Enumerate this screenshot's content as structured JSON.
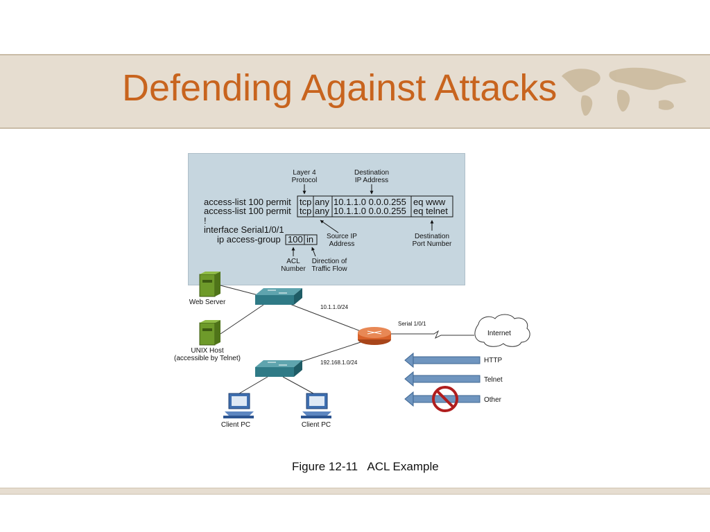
{
  "slide": {
    "title": "Defending Against Attacks"
  },
  "caption": {
    "figure_number": "Figure 12-11",
    "figure_title": "ACL Example"
  },
  "acl": {
    "lines": [
      {
        "prefix": "access-list 100 permit",
        "protocol": "tcp",
        "source": "any",
        "destination": "10.1.1.0 0.0.0.255",
        "port": "eq www"
      },
      {
        "prefix": "access-list 100 permit",
        "protocol": "tcp",
        "source": "any",
        "destination": "10.1.1.0 0.0.0.255",
        "port": "eq telnet"
      }
    ],
    "bang": "!",
    "interface_line": "interface Serial1/0/1",
    "access_group": {
      "prefix": "ip access-group",
      "number": "100",
      "direction": "in"
    },
    "annotations": {
      "layer4_protocol": [
        "Layer 4",
        "Protocol"
      ],
      "destination_ip": [
        "Destination",
        "IP Address"
      ],
      "source_ip": [
        "Source IP",
        "Address"
      ],
      "destination_port": [
        "Destination",
        "Port Number"
      ],
      "acl_number": [
        "ACL",
        "Number"
      ],
      "direction": [
        "Direction of",
        "Traffic Flow"
      ]
    }
  },
  "network": {
    "web_server": "Web Server",
    "unix_host": [
      "UNIX Host",
      "(accessible by Telnet)"
    ],
    "subnet_top": "10.1.1.0/24",
    "subnet_bottom": "192.168.1.0/24",
    "serial": "Serial 1/0/1",
    "internet": "Internet",
    "client_pc_1": "Client PC",
    "client_pc_2": "Client PC"
  },
  "traffic": [
    {
      "label": "HTTP",
      "blocked": false
    },
    {
      "label": "Telnet",
      "blocked": false
    },
    {
      "label": "Other",
      "blocked": true
    }
  ],
  "colors": {
    "title": "#c8641e",
    "band": "#e6ddd0",
    "panel": "#c6d6df",
    "switch": "#2f7a86",
    "router": "#d8622a",
    "server": "#6e9a2a",
    "arrow": "#6f95bf",
    "no_sign": "#b01e1e"
  }
}
